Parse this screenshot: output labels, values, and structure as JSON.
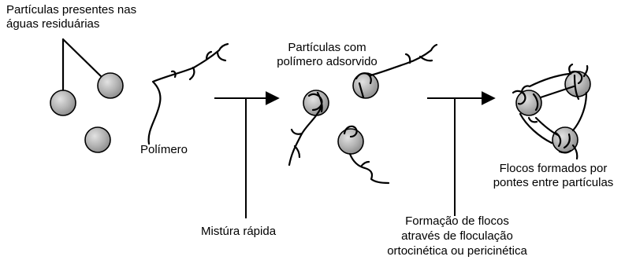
{
  "colors": {
    "particle_fill_light": "#d8d8d8",
    "particle_fill_dark": "#8c8c8c",
    "stroke": "#000000",
    "background": "#ffffff"
  },
  "labels": {
    "particles_in_wastewater": [
      "Partículas presentes nas",
      "águas residuárias"
    ],
    "polymer": "Polímero",
    "particles_with_polymer": [
      "Partículas com",
      "polímero adsorvido"
    ],
    "flocs_formed": [
      "Flocos formados por",
      "pontes entre partículas"
    ],
    "rapid_mixing": "Mistúra rápida",
    "floc_formation": [
      "Formação de flocos",
      "através de floculação",
      "ortocinética ou pericinética"
    ]
  }
}
